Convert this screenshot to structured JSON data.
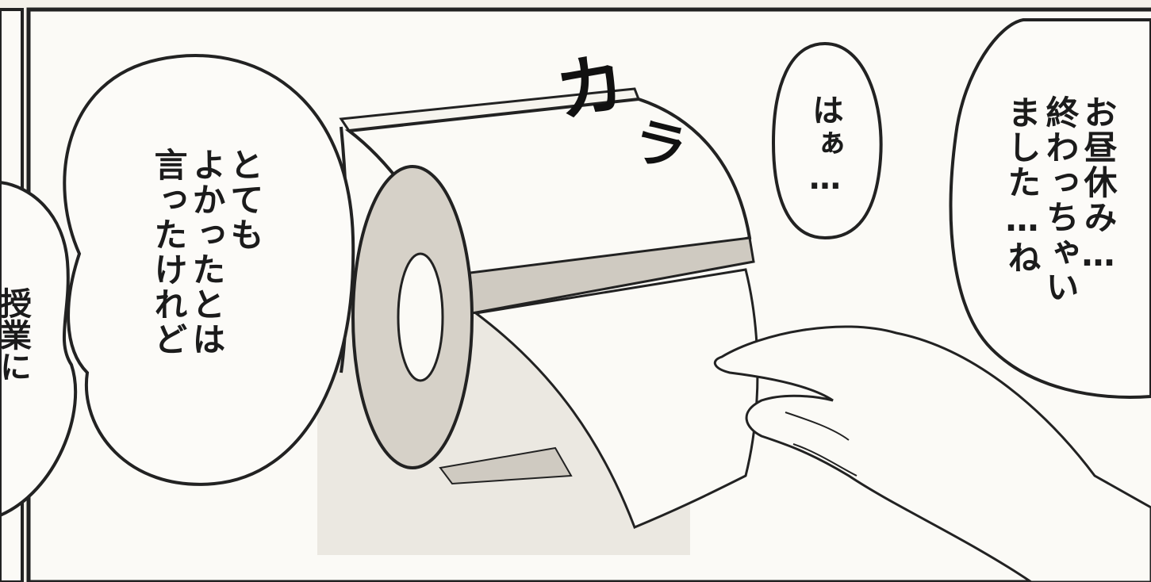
{
  "scene": {
    "bubbles": {
      "left_main": "とても\nよかったとは\n言ったけれど",
      "small_sigh": "はぁ…",
      "right_main": "お昼休み…\n終わっちゃい\nました…ね",
      "edge_partial": "授業に"
    },
    "sound_effect": {
      "first": "カ",
      "second": "ラ"
    }
  },
  "colors": {
    "paper": "#f4f1ea",
    "ink": "#1b1b1b",
    "screen_tone": "#d8d4cc"
  },
  "icons": [
    "toilet-paper-holder-icon",
    "hand-icon",
    "speech-bubble-icon"
  ]
}
